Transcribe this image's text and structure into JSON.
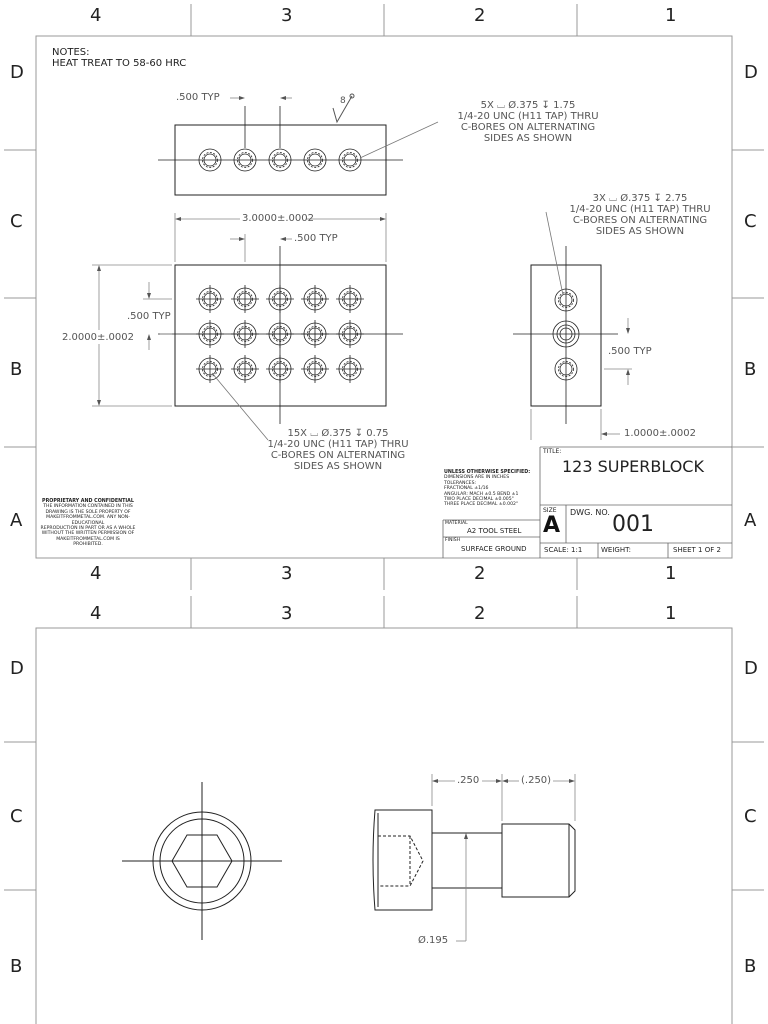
{
  "sheet1": {
    "zones_cols": [
      "4",
      "3",
      "2",
      "1"
    ],
    "zones_rows": [
      "D",
      "C",
      "B",
      "A"
    ],
    "notes_title": "NOTES:",
    "notes_body": "HEAT TREAT TO 58-60 HRC",
    "surface_finish": "8",
    "dims": {
      "top_typ": ".500 TYP",
      "width": "3.0000±.0002",
      "front_typ_x": ".500 TYP",
      "front_typ_y": ".500 TYP",
      "height": "2.0000±.0002",
      "side_typ": ".500 TYP",
      "depth": "1.0000±.0002"
    },
    "callout_top": [
      "5X ⌴ Ø.375 ↧ 1.75",
      "1/4-20 UNC (H11 TAP) THRU",
      "C-BORES ON ALTERNATING",
      "SIDES AS SHOWN"
    ],
    "callout_side": [
      "3X ⌴ Ø.375 ↧ 2.75",
      "1/4-20 UNC (H11 TAP) THRU",
      "C-BORES ON ALTERNATING",
      "SIDES AS SHOWN"
    ],
    "callout_front": [
      "15X ⌴ Ø.375 ↧ 0.75",
      "1/4-20 UNC (H11 TAP) THRU",
      "C-BORES ON ALTERNATING",
      "SIDES AS SHOWN"
    ],
    "proprietary": {
      "title": "PROPRIETARY AND CONFIDENTIAL",
      "lines": [
        "THE INFORMATION CONTAINED IN THIS",
        "DRAWING IS THE SOLE PROPERTY OF",
        "MAKEITFROMMETAL.COM. ANY NON-",
        "EDUCATIONAL",
        "REPRODUCTION IN PART OR AS A WHOLE",
        "WITHOUT THE WRITTEN PERMISSION OF",
        "MAKEITFROMMETAL.COM IS",
        "PROHIBITED."
      ]
    },
    "tolerances": {
      "title": "UNLESS OTHERWISE SPECIFIED:",
      "lines": [
        "DIMENSIONS ARE IN INCHES",
        "TOLERANCES:",
        "FRACTIONAL ±1/16",
        "ANGULAR: MACH ±0.5   BEND ±1",
        "TWO PLACE DECIMAL   ±0.005\"",
        "THREE PLACE DECIMAL  ±0.002\""
      ]
    },
    "material_label": "MATERIAL",
    "material": "A2 TOOL STEEL",
    "finish_label": "FINISH",
    "finish": "SURFACE GROUND",
    "title_label": "TITLE:",
    "title": "123 SUPERBLOCK",
    "size_label": "SIZE",
    "size": "A",
    "dwg_label": "DWG.  NO.",
    "dwg_no": "001",
    "scale": "SCALE: 1:1",
    "weight": "WEIGHT:",
    "sheet": "SHEET 1 OF 2"
  },
  "sheet2": {
    "zones_cols": [
      "4",
      "3",
      "2",
      "1"
    ],
    "zones_rows": [
      "D",
      "C",
      "B"
    ],
    "dim_head": ".250",
    "dim_shank": "(.250)",
    "dim_dia": "Ø.195"
  }
}
